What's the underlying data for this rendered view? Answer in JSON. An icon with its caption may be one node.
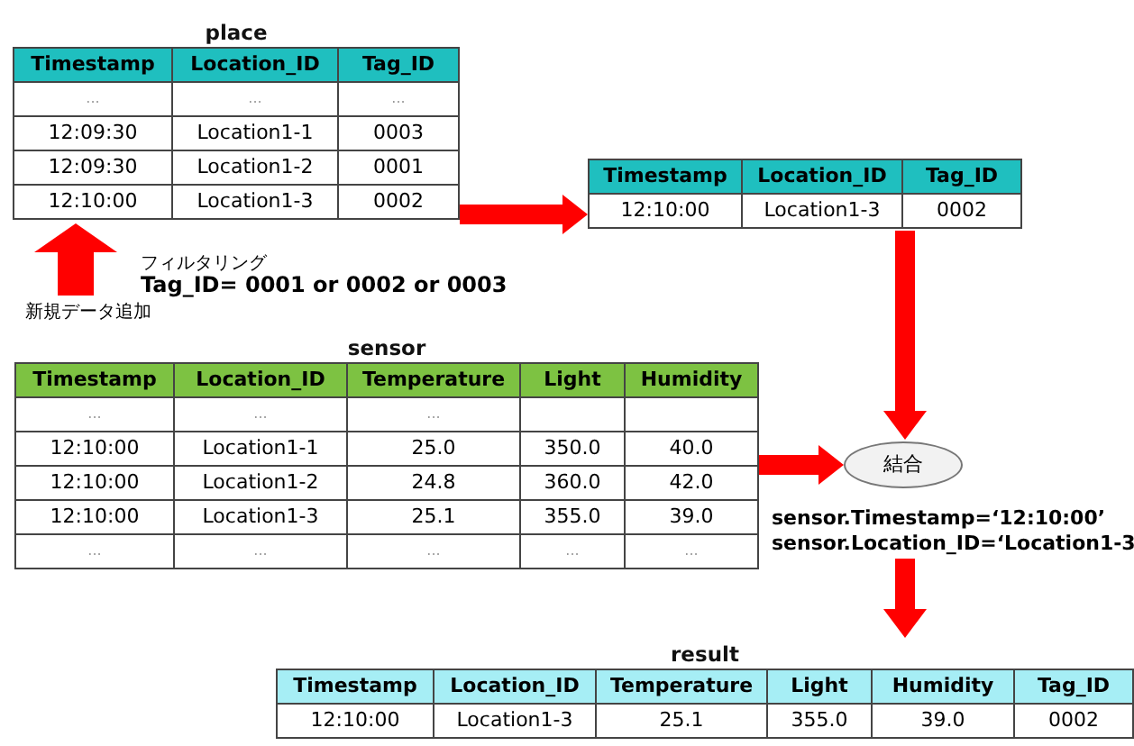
{
  "diagram": {
    "nodes": [
      {
        "text": [
          "place",
          "Timestamp",
          "Location_ID",
          "Tag_ID",
          "...",
          "...",
          "...",
          "12:09:30",
          "Location1-1",
          "0003",
          "12:09:30",
          "Location1-2",
          "0001",
          "12:10:00",
          "Location1-3",
          "0002"
        ]
      },
      {
        "text": [
          "Timestamp",
          "Location_ID",
          "Tag_ID",
          "12:10:00",
          "Location1-3",
          "0002"
        ]
      },
      {
        "text": [
          "sensor",
          "Timestamp",
          "Location_ID",
          "Temperature",
          "Light",
          "Humidity",
          "...",
          "...",
          "...",
          "12:10:00",
          "Location1-1",
          "25.0",
          "350.0",
          "40.0",
          "12:10:00",
          "Location1-2",
          "24.8",
          "360.0",
          "42.0",
          "12:10:00",
          "Location1-3",
          "25.1",
          "355.0",
          "39.0",
          "...",
          "...",
          "...",
          "...",
          "..."
        ]
      },
      {
        "text": [
          "結合"
        ],
        "beside": [
          "sensor.Timestamp=‘12:10:00’",
          "sensor.Location_ID=‘Location1-3"
        ]
      },
      {
        "text": [
          "result",
          "Timestamp",
          "Location_ID",
          "Temperature",
          "Light",
          "Humidity",
          "Tag_ID",
          "12:10:00",
          "Location1-3",
          "25.1",
          "355.0",
          "39.0",
          "0002"
        ]
      }
    ],
    "edges": [
      {
        "from": null,
        "to": 0,
        "arrow": "to",
        "label": "新規データ追加"
      },
      {
        "from": 0,
        "to": 1,
        "arrow": "to"
      },
      {
        "from": 1,
        "to": 3,
        "arrow": "to"
      },
      {
        "from": 2,
        "to": 3,
        "arrow": "to"
      },
      {
        "from": 3,
        "to": 4,
        "arrow": "to"
      }
    ],
    "labels": [
      "フィルタリング",
      "Tag_ID= 0001 or 0002 or 0003"
    ]
  }
}
